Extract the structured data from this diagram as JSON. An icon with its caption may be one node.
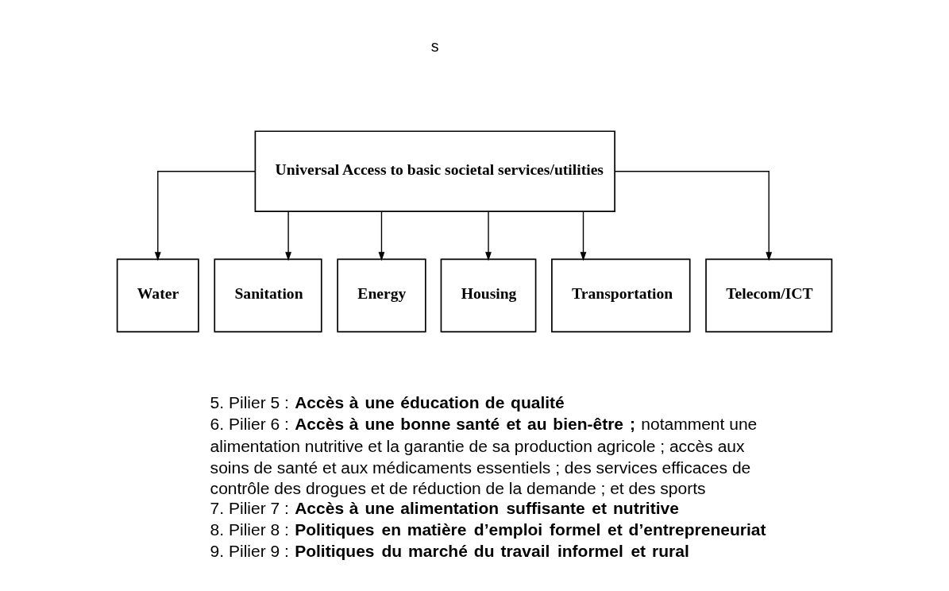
{
  "diagram": {
    "nodes": [
      {
        "text": [
          "Universal Access to basic societal services/utilities"
        ]
      },
      {
        "text": [
          "Water"
        ]
      },
      {
        "text": [
          "Sanitation"
        ]
      },
      {
        "text": [
          "Energy"
        ]
      },
      {
        "text": [
          "Housing"
        ]
      },
      {
        "text": [
          "Transportation"
        ]
      },
      {
        "text": [
          "Telecom/ICT"
        ]
      }
    ],
    "edges": [
      {
        "from": 0,
        "to": 1,
        "arrow": "to"
      },
      {
        "from": 0,
        "to": 2,
        "arrow": "to"
      },
      {
        "from": 0,
        "to": 3,
        "arrow": "to"
      },
      {
        "from": 0,
        "to": 4,
        "arrow": "to"
      },
      {
        "from": 0,
        "to": 5,
        "arrow": "to"
      },
      {
        "from": 0,
        "to": 6,
        "arrow": "to"
      }
    ],
    "labels": [
      "s",
      "5. Pilier 5 : **Accès à une éducation de qualité**",
      "6. Pilier 6 : **Accès à une bonne santé et au bien-être ;** notamment une alimentation nutritive et la garantie de sa production agricole ; accès aux soins de santé et aux médicaments essentiels ; des services efficaces de contrôle des drogues et de réduction de la demande ; et des sports",
      "7. Pilier 7 : **Accès à une alimentation suffisante et nutritive**",
      "8. Pilier 8 : **Politiques en matière d’emploi formel et d’entrepreneuriat**",
      "9. Pilier 9 : **Politiques du marché du travail informel et rural**"
    ]
  }
}
